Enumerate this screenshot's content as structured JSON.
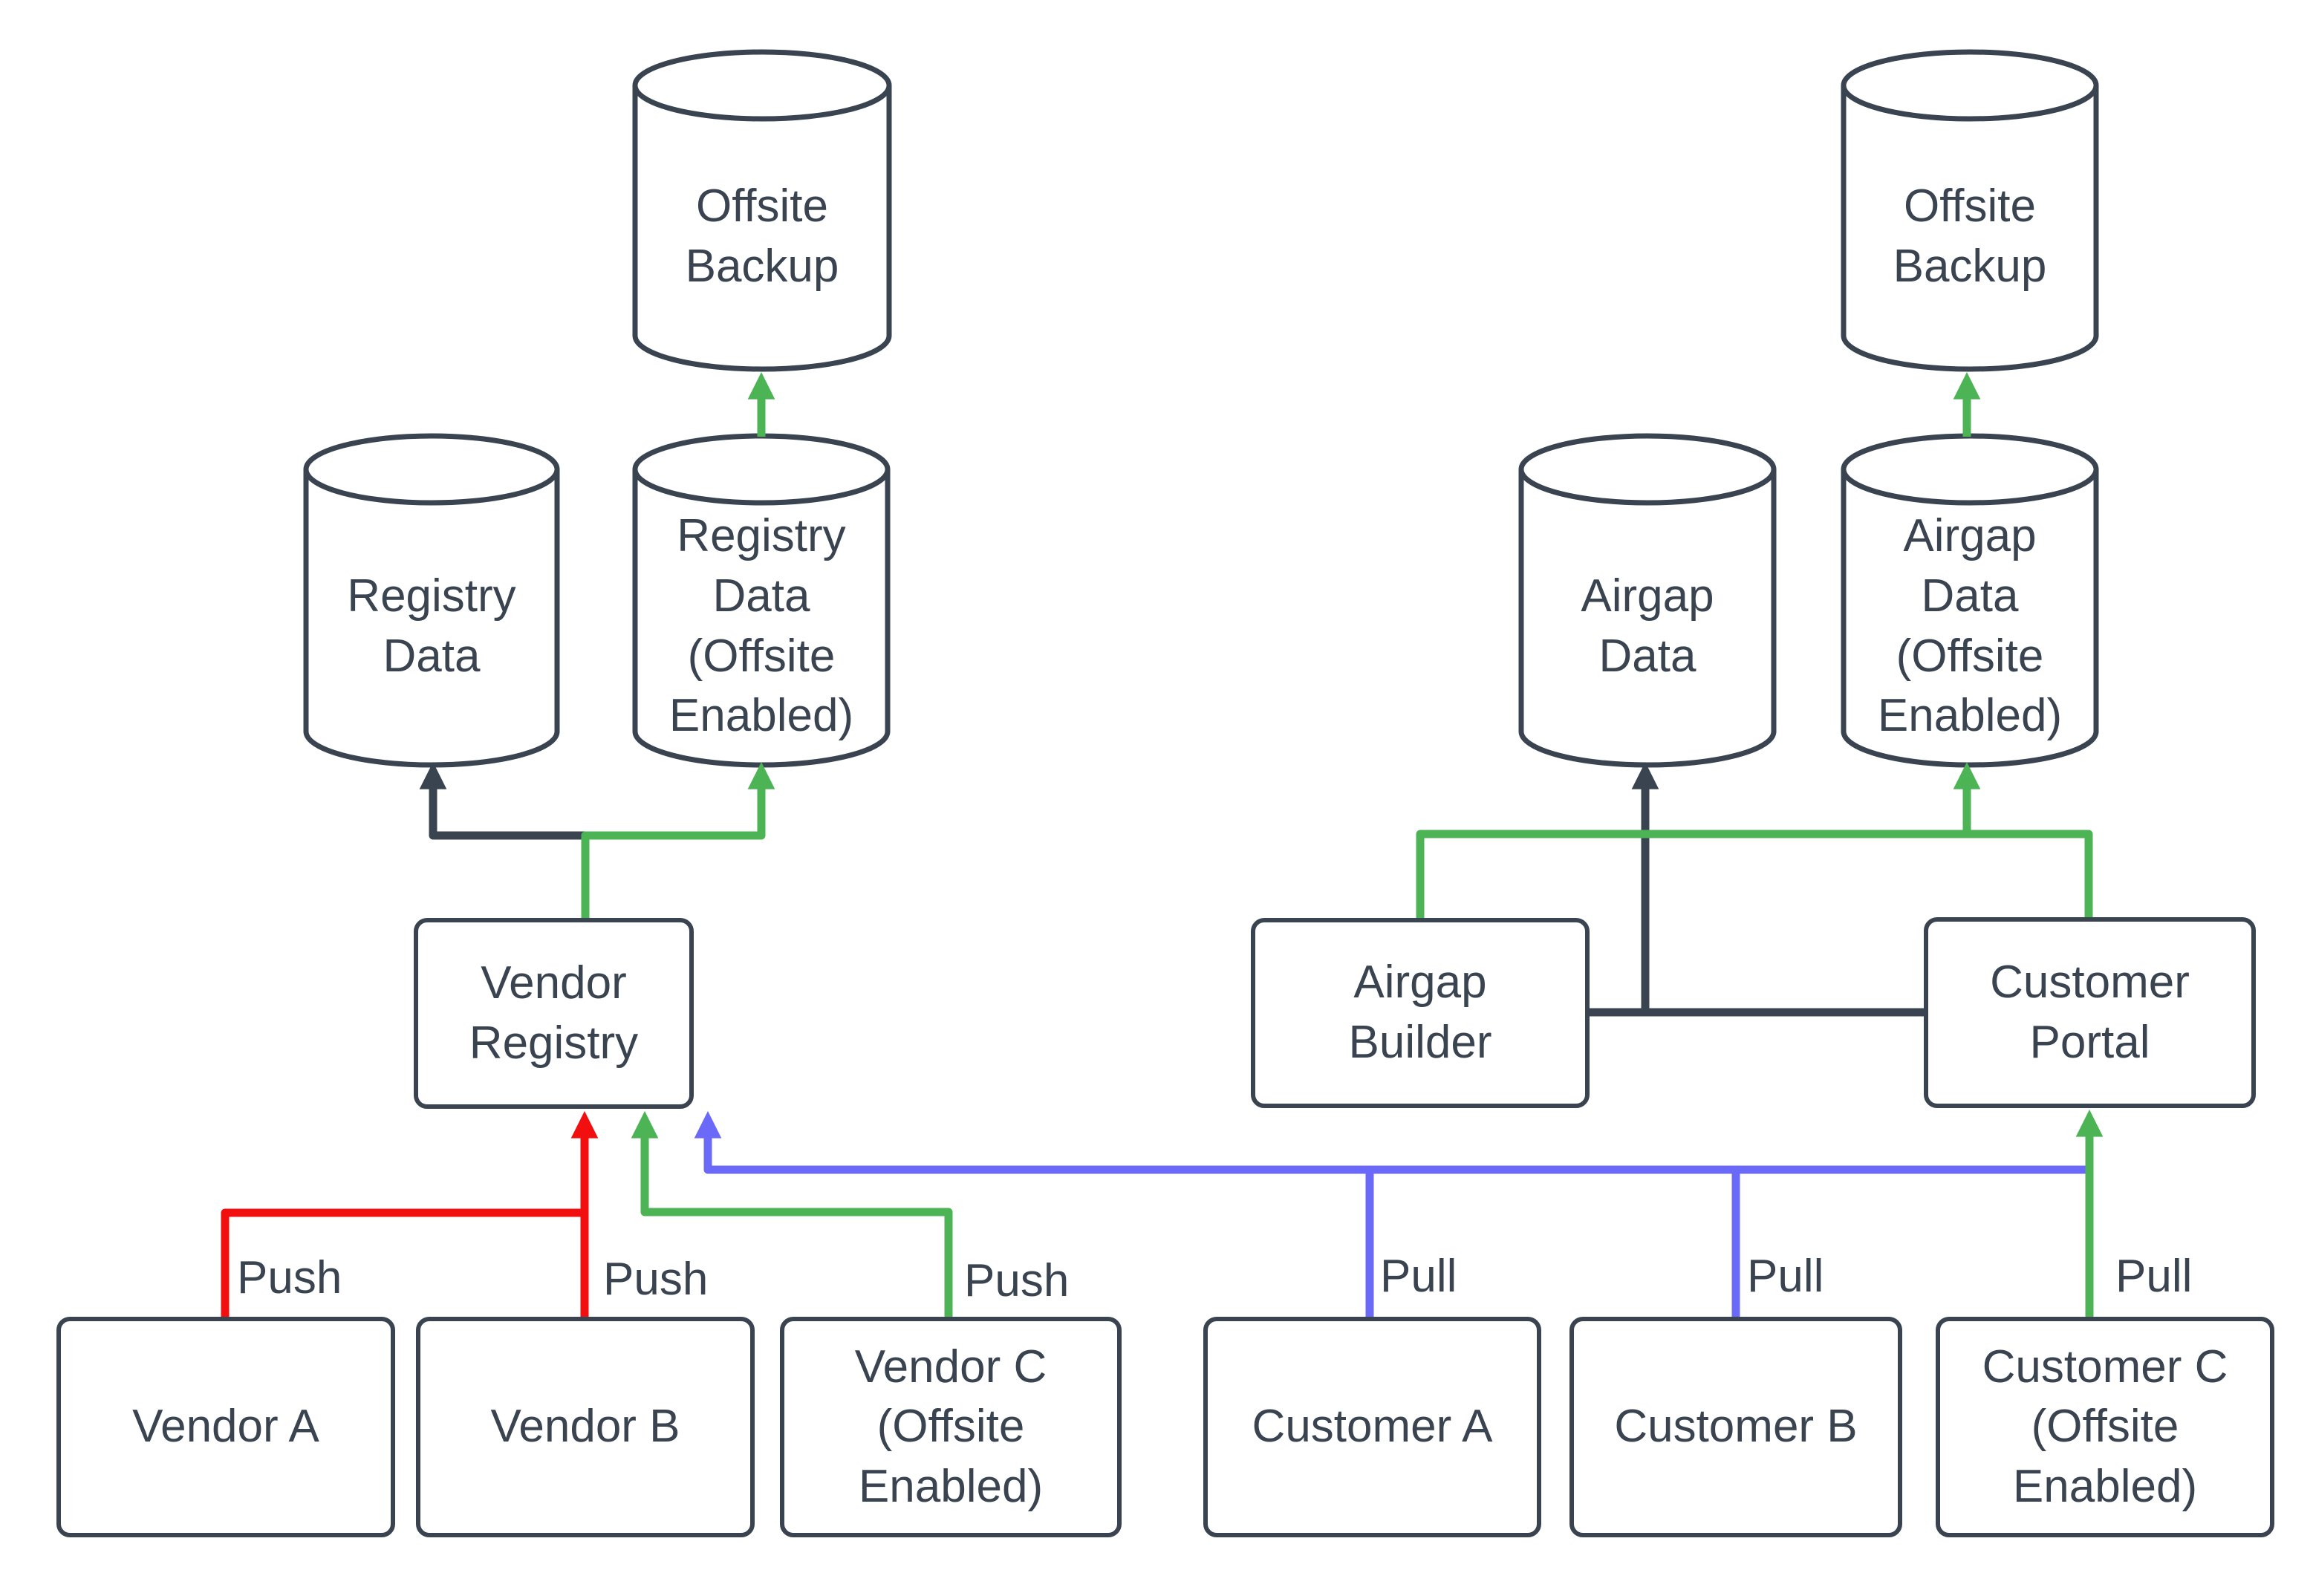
{
  "colors": {
    "stroke": "#3a4450",
    "text": "#3a4450",
    "green": "#4db456",
    "red": "#f20f0f",
    "blue": "#6b6af8",
    "bg": "#ffffff"
  },
  "nodes": {
    "offsite_backup_left": "Offsite Backup",
    "registry_data": "Registry Data",
    "registry_data_offsite": "Registry Data (Offsite Enabled)",
    "vendor_registry": "Vendor Registry",
    "vendor_a": "Vendor A",
    "vendor_b": "Vendor B",
    "vendor_c": "Vendor C (Offsite Enabled)",
    "offsite_backup_right": "Offsite Backup",
    "airgap_data": "Airgap Data",
    "airgap_data_offsite": "Airgap Data (Offsite Enabled)",
    "airgap_builder": "Airgap Builder",
    "customer_portal": "Customer Portal",
    "customer_a": "Customer A",
    "customer_b": "Customer B",
    "customer_c": "Customer C (Offsite Enabled)"
  },
  "edge_labels": {
    "vendor_a_push": "Push",
    "vendor_b_push": "Push",
    "vendor_c_push": "Push",
    "customer_a_pull": "Pull",
    "customer_b_pull": "Pull",
    "customer_c_pull": "Pull"
  }
}
